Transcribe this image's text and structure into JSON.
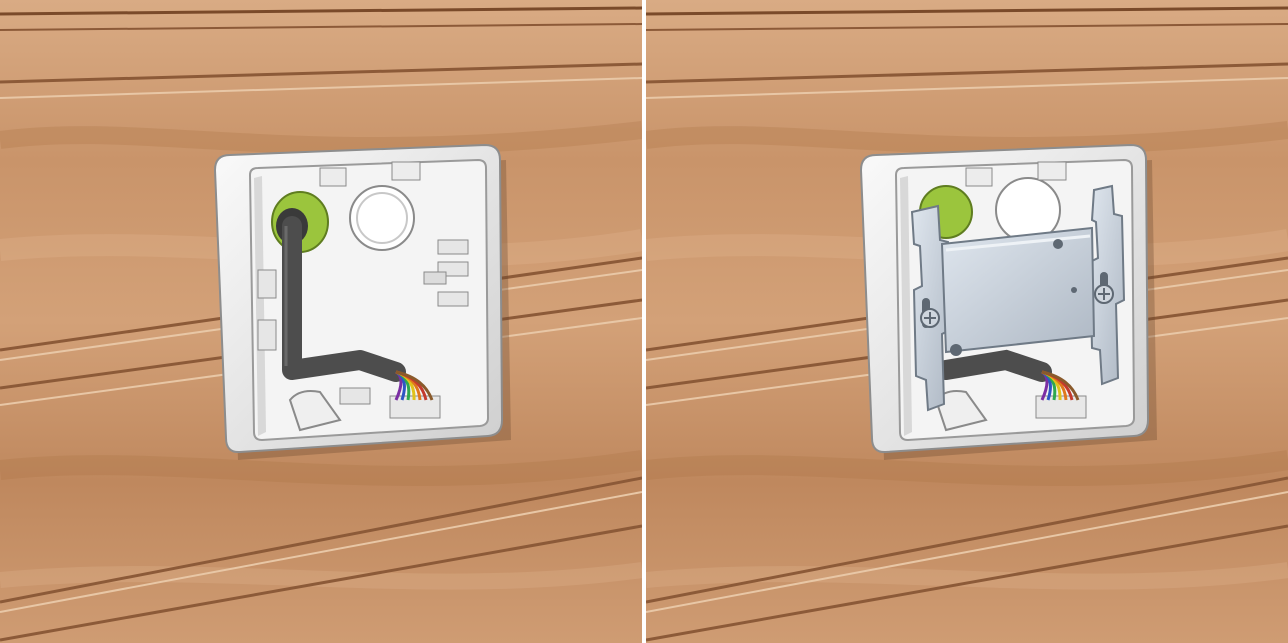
{
  "scene": {
    "description_free": true,
    "panels": [
      {
        "id": "step-1",
        "state": "box-mounted-cable-routed",
        "has_mounting_plate": false
      },
      {
        "id": "step-2",
        "state": "mounting-plate-installed",
        "has_mounting_plate": true
      }
    ],
    "colors": {
      "wall_light": "#d6a57e",
      "wall_mid": "#c48e64",
      "wall_dark": "#a9724b",
      "groove_shadow": "#8c5a38",
      "box_white": "#f2f2f2",
      "box_shadow": "#b9b9b9",
      "cable": "#4d4d4d",
      "grommet": "#9bc53d",
      "plate_metal": "#c9d2dc",
      "plate_dark": "#8f9aa6"
    },
    "wire_colors": [
      "#7b2ea3",
      "#2e56c4",
      "#2fa84f",
      "#e0c21c",
      "#e0781c",
      "#c43a2e",
      "#8a5a2b"
    ]
  }
}
